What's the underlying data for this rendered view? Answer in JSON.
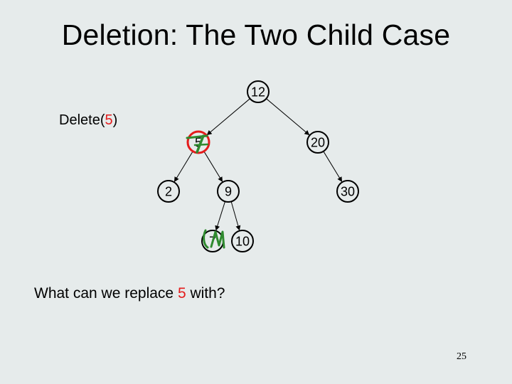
{
  "slide": {
    "title": "Deletion: The Two Child Case",
    "delete_label": {
      "prefix": "Delete(",
      "value": "5",
      "suffix": ")"
    },
    "question": {
      "prefix": "What can we replace ",
      "value": "5",
      "suffix": " with?"
    },
    "page_number": "25",
    "colors": {
      "background": "#e6ebeb",
      "highlight_red": "#e41b1b",
      "annotation_green": "#2f8a2f"
    }
  },
  "tree": {
    "nodes": [
      {
        "id": "n12",
        "label": "12",
        "highlight": false
      },
      {
        "id": "n5",
        "label": "5",
        "highlight": true
      },
      {
        "id": "n20",
        "label": "20",
        "highlight": false
      },
      {
        "id": "n2",
        "label": "2",
        "highlight": false
      },
      {
        "id": "n9",
        "label": "9",
        "highlight": false
      },
      {
        "id": "n30",
        "label": "30",
        "highlight": false
      },
      {
        "id": "n7",
        "label": "7",
        "highlight": false
      },
      {
        "id": "n10",
        "label": "10",
        "highlight": false
      }
    ],
    "edges": [
      {
        "from": "n12",
        "to": "n5"
      },
      {
        "from": "n12",
        "to": "n20"
      },
      {
        "from": "n5",
        "to": "n2"
      },
      {
        "from": "n5",
        "to": "n9"
      },
      {
        "from": "n20",
        "to": "n30"
      },
      {
        "from": "n9",
        "to": "n7"
      },
      {
        "from": "n9",
        "to": "n10"
      }
    ]
  }
}
